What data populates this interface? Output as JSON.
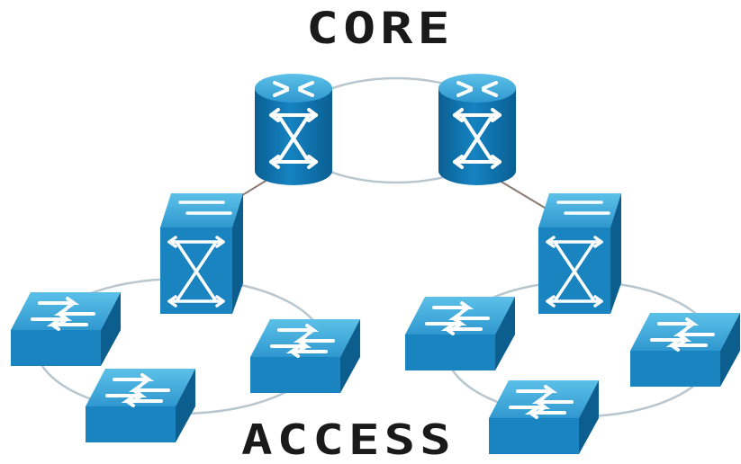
{
  "labels": {
    "core": "CORE",
    "access": "ACCESS"
  },
  "colors": {
    "device_top": "#3aa6d6",
    "device_side": "#1a7fb4",
    "device_front": "#1677b0",
    "router_body": "#0d6fa8",
    "link": "#b8c6cf",
    "arrow": "#ffffff",
    "title": "#1a1a1a"
  },
  "devices": [
    {
      "id": "core-router-1",
      "kind": "router",
      "icon": "router-icon"
    },
    {
      "id": "core-router-2",
      "kind": "router",
      "icon": "router-icon"
    },
    {
      "id": "distribution-switch-left",
      "kind": "multilayer-switch",
      "icon": "multilayer-switch-icon"
    },
    {
      "id": "distribution-switch-right",
      "kind": "multilayer-switch",
      "icon": "multilayer-switch-icon"
    },
    {
      "id": "access-switch-left-1",
      "kind": "switch",
      "icon": "switch-icon"
    },
    {
      "id": "access-switch-left-2",
      "kind": "switch",
      "icon": "switch-icon"
    },
    {
      "id": "access-switch-left-3",
      "kind": "switch",
      "icon": "switch-icon"
    },
    {
      "id": "access-switch-right-1",
      "kind": "switch",
      "icon": "switch-icon"
    },
    {
      "id": "access-switch-right-2",
      "kind": "switch",
      "icon": "switch-icon"
    },
    {
      "id": "access-switch-right-3",
      "kind": "switch",
      "icon": "switch-icon"
    }
  ]
}
